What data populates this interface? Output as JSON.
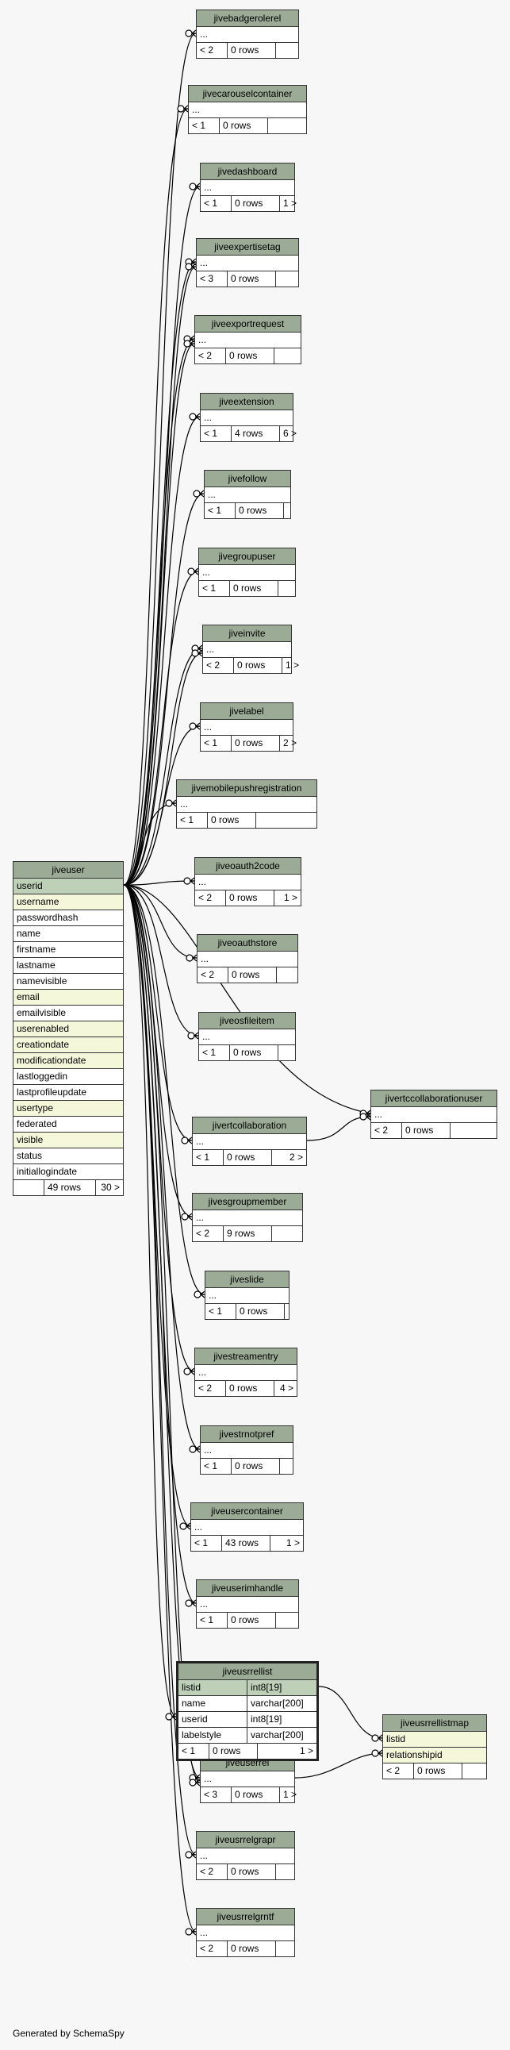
{
  "diagram": {
    "main_table": {
      "name": "jiveuser",
      "columns": [
        {
          "name": "userid",
          "kind": "pk"
        },
        {
          "name": "username",
          "kind": "idx"
        },
        {
          "name": "passwordhash",
          "kind": ""
        },
        {
          "name": "name",
          "kind": ""
        },
        {
          "name": "firstname",
          "kind": ""
        },
        {
          "name": "lastname",
          "kind": ""
        },
        {
          "name": "namevisible",
          "kind": ""
        },
        {
          "name": "email",
          "kind": "idx"
        },
        {
          "name": "emailvisible",
          "kind": ""
        },
        {
          "name": "userenabled",
          "kind": "idx"
        },
        {
          "name": "creationdate",
          "kind": "idx"
        },
        {
          "name": "modificationdate",
          "kind": "idx"
        },
        {
          "name": "lastloggedin",
          "kind": ""
        },
        {
          "name": "lastprofileupdate",
          "kind": ""
        },
        {
          "name": "usertype",
          "kind": "idx"
        },
        {
          "name": "federated",
          "kind": ""
        },
        {
          "name": "visible",
          "kind": "idx"
        },
        {
          "name": "status",
          "kind": ""
        },
        {
          "name": "initiallogindate",
          "kind": ""
        }
      ],
      "footer": [
        "",
        "49 rows",
        "30 >"
      ]
    },
    "tables": [
      {
        "id": "t0",
        "name": "jivebadgerolerel",
        "footer": [
          "< 2",
          "0 rows",
          ""
        ]
      },
      {
        "id": "t1",
        "name": "jivecarouselcontainer",
        "footer": [
          "< 1",
          "0 rows",
          ""
        ]
      },
      {
        "id": "t2",
        "name": "jivedashboard",
        "footer": [
          "< 1",
          "0 rows",
          "1 >"
        ]
      },
      {
        "id": "t3",
        "name": "jiveexpertisetag",
        "footer": [
          "< 3",
          "0 rows",
          ""
        ]
      },
      {
        "id": "t4",
        "name": "jiveexportrequest",
        "footer": [
          "< 2",
          "0 rows",
          ""
        ]
      },
      {
        "id": "t5",
        "name": "jiveextension",
        "footer": [
          "< 1",
          "4 rows",
          "6 >"
        ]
      },
      {
        "id": "t6",
        "name": "jivefollow",
        "footer": [
          "< 1",
          "0 rows",
          ""
        ]
      },
      {
        "id": "t7",
        "name": "jivegroupuser",
        "footer": [
          "< 1",
          "0 rows",
          ""
        ]
      },
      {
        "id": "t8",
        "name": "jiveinvite",
        "footer": [
          "< 2",
          "0 rows",
          "1 >"
        ]
      },
      {
        "id": "t9",
        "name": "jivelabel",
        "footer": [
          "< 1",
          "0 rows",
          "2 >"
        ]
      },
      {
        "id": "t10",
        "name": "jivemobilepushregistration",
        "footer": [
          "< 1",
          "0 rows",
          ""
        ]
      },
      {
        "id": "t11",
        "name": "jiveoauth2code",
        "footer": [
          "< 2",
          "0 rows",
          "1 >"
        ]
      },
      {
        "id": "t12",
        "name": "jiveoauthstore",
        "footer": [
          "< 2",
          "0 rows",
          ""
        ]
      },
      {
        "id": "t13",
        "name": "jiveosfileitem",
        "footer": [
          "< 1",
          "0 rows",
          ""
        ]
      },
      {
        "id": "t14",
        "name": "jivertcollaboration",
        "footer": [
          "< 1",
          "0 rows",
          "2 >"
        ]
      },
      {
        "id": "t15",
        "name": "jivesgroupmember",
        "footer": [
          "< 2",
          "9 rows",
          ""
        ]
      },
      {
        "id": "t16",
        "name": "jiveslide",
        "footer": [
          "< 1",
          "0 rows",
          ""
        ]
      },
      {
        "id": "t17",
        "name": "jivestreamentry",
        "footer": [
          "< 2",
          "0 rows",
          "4 >"
        ]
      },
      {
        "id": "t18",
        "name": "jivestrnotpref",
        "footer": [
          "< 1",
          "0 rows",
          ""
        ]
      },
      {
        "id": "t19",
        "name": "jiveusercontainer",
        "footer": [
          "< 1",
          "43 rows",
          "1 >"
        ]
      },
      {
        "id": "t20",
        "name": "jiveuserimhandle",
        "footer": [
          "< 1",
          "0 rows",
          ""
        ]
      },
      {
        "id": "t21",
        "name": "jiveuserrel",
        "footer": [
          "< 3",
          "0 rows",
          "1 >"
        ]
      },
      {
        "id": "t22",
        "name": "jiveusrrelgrapr",
        "footer": [
          "< 2",
          "0 rows",
          ""
        ]
      },
      {
        "id": "t23",
        "name": "jiveusrrelgrntf",
        "footer": [
          "< 2",
          "0 rows",
          ""
        ]
      },
      {
        "id": "t24",
        "name": "jivertccollaborationuser",
        "footer": [
          "< 2",
          "0 rows",
          ""
        ]
      }
    ],
    "ellipsis": "...",
    "usrrellist": {
      "name": "jiveusrrellist",
      "columns": [
        {
          "name": "listid",
          "type": "int8[19]",
          "kind": "pk"
        },
        {
          "name": "name",
          "type": "varchar[200]",
          "kind": ""
        },
        {
          "name": "userid",
          "type": "int8[19]",
          "kind": ""
        },
        {
          "name": "labelstyle",
          "type": "varchar[200]",
          "kind": ""
        }
      ],
      "footer": [
        "< 1",
        "0 rows",
        "1 >"
      ]
    },
    "usrrellistmap": {
      "name": "jiveusrrellistmap",
      "columns": [
        {
          "name": "listid",
          "kind": "idx"
        },
        {
          "name": "relationshipid",
          "kind": "idx"
        }
      ],
      "footer": [
        "< 2",
        "0 rows",
        ""
      ]
    },
    "generated_by": "Generated by SchemaSpy"
  }
}
